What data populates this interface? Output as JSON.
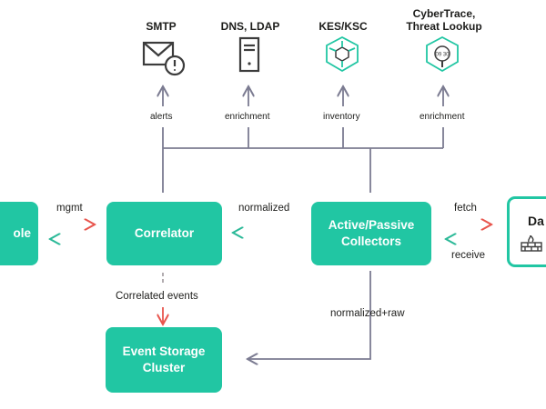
{
  "services": {
    "smtp": "SMTP",
    "dns": "DNS, LDAP",
    "kes": "KES/KSC",
    "cybertrace_line1": "CyberTrace,",
    "cybertrace_line2": "Threat Lookup",
    "lookup_badge": "09 30"
  },
  "edges": {
    "alerts": "alerts",
    "enrichment_dns": "enrichment",
    "inventory": "inventory",
    "enrichment_cyber": "enrichment",
    "mgmt": "mgmt",
    "normalized": "normalized",
    "fetch": "fetch",
    "receive": "receive",
    "correlated_events": "Correlated events",
    "normalized_raw": "normalized+raw"
  },
  "nodes": {
    "console_partial": "ole",
    "correlator": "Correlator",
    "collectors_line1": "Active/Passive",
    "collectors_line2": "Collectors",
    "storage_line1": "Event Storage",
    "storage_line2": "Cluster",
    "datasource_partial": "Da"
  },
  "colors": {
    "node_green": "#21c6a3",
    "line_gray": "#7b7b91",
    "arrow_red": "#e8554d",
    "arrow_teal": "#2bb998"
  }
}
